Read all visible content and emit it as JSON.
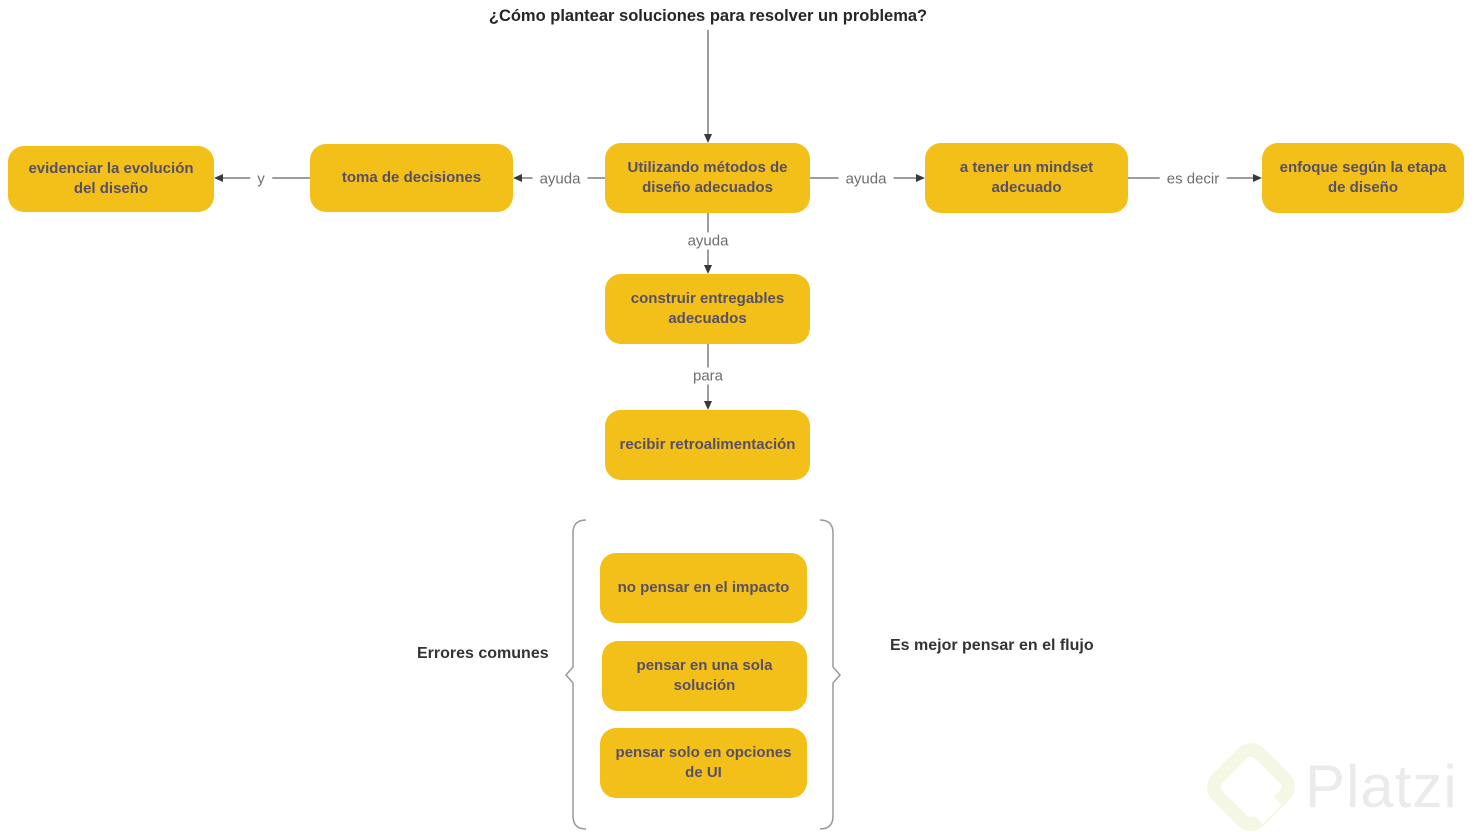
{
  "title": "¿Cómo plantear soluciones para resolver un problema?",
  "nodes": {
    "evolucion": {
      "label": "evidenciar la evolución del diseño"
    },
    "toma": {
      "label": "toma de decisiones"
    },
    "metodos": {
      "label": "Utilizando métodos de diseño adecuados"
    },
    "mindset": {
      "label": "a tener un mindset adecuado"
    },
    "enfoque": {
      "label": "enfoque según la etapa de diseño"
    },
    "entregables": {
      "label": "construir entregables adecuados"
    },
    "retro": {
      "label": "recibir retroalimentación"
    },
    "error1": {
      "label": "no pensar en el impacto"
    },
    "error2": {
      "label": "pensar en una sola solución"
    },
    "error3": {
      "label": "pensar solo en opciones de UI"
    }
  },
  "edge_labels": {
    "y": "y",
    "ayuda_left": "ayuda",
    "ayuda_right": "ayuda",
    "ayuda_down": "ayuda",
    "para": "para",
    "es_decir": "es decir"
  },
  "bottom": {
    "left_note": "Errores comunes",
    "right_note": "Es mejor pensar en el flujo"
  },
  "watermark": {
    "brand": "Platzi"
  },
  "colors": {
    "node_bg": "#F2C018",
    "node_text": "#574F66",
    "line": "#7d7d7d",
    "arrowhead": "#3a3a3a",
    "bracket": "#9a9a9a",
    "edge_label_text": "#6e6e6e",
    "title_text": "#262626",
    "watermark_logo": "#f4f7e3",
    "watermark_text": "#ebebeb"
  }
}
